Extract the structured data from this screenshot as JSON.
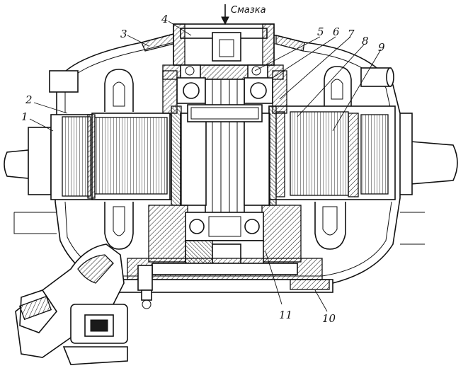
{
  "figure": {
    "top_label": "Смазка",
    "callouts": [
      {
        "id": "1",
        "text": "1"
      },
      {
        "id": "2",
        "text": "2"
      },
      {
        "id": "3",
        "text": "3"
      },
      {
        "id": "4",
        "text": "4"
      },
      {
        "id": "5",
        "text": "5"
      },
      {
        "id": "6",
        "text": "6"
      },
      {
        "id": "7",
        "text": "7"
      },
      {
        "id": "8",
        "text": "8"
      },
      {
        "id": "9",
        "text": "9"
      },
      {
        "id": "10",
        "text": "10"
      },
      {
        "id": "11",
        "text": "11"
      }
    ]
  }
}
